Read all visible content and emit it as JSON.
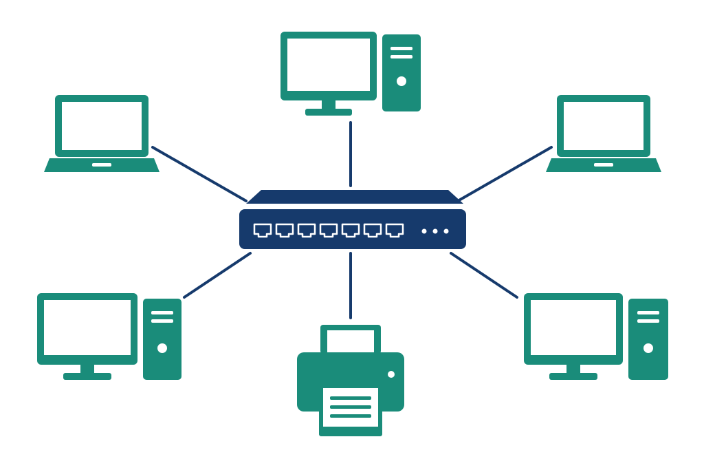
{
  "diagram": {
    "type": "star-network-topology",
    "center": {
      "id": "switch",
      "kind": "network-switch",
      "ports": 7,
      "status_leds": 3
    },
    "nodes": [
      {
        "id": "top-desktop",
        "kind": "desktop"
      },
      {
        "id": "top-left-laptop",
        "kind": "laptop"
      },
      {
        "id": "top-right-laptop",
        "kind": "laptop"
      },
      {
        "id": "bottom-left-desktop",
        "kind": "desktop"
      },
      {
        "id": "bottom-printer",
        "kind": "printer"
      },
      {
        "id": "bottom-right-desktop",
        "kind": "desktop"
      }
    ],
    "links": [
      {
        "from": "switch",
        "to": "top-desktop"
      },
      {
        "from": "switch",
        "to": "top-left-laptop"
      },
      {
        "from": "switch",
        "to": "top-right-laptop"
      },
      {
        "from": "switch",
        "to": "bottom-left-desktop"
      },
      {
        "from": "switch",
        "to": "bottom-printer"
      },
      {
        "from": "switch",
        "to": "bottom-right-desktop"
      }
    ]
  },
  "colors": {
    "device": "#1a8c7a",
    "switch": "#163a6c",
    "link": "#163a6c",
    "background": "#ffffff"
  },
  "icons": [
    "desktop-computer-icon",
    "laptop-icon",
    "printer-icon",
    "network-switch-icon"
  ]
}
